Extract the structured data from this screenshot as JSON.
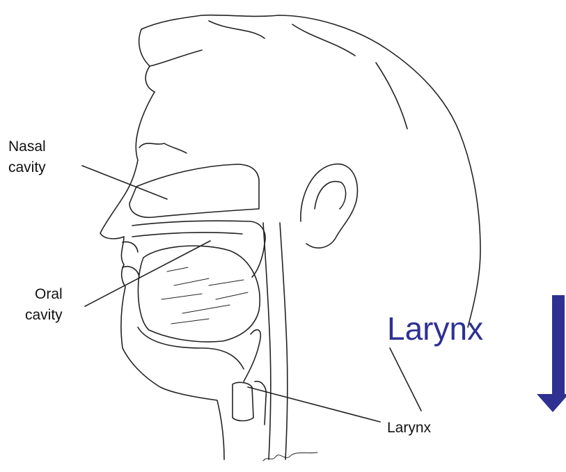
{
  "labels": {
    "nasal": [
      "Nasal",
      "cavity"
    ],
    "oral": [
      "Oral",
      "cavity"
    ],
    "larynx": "Larynx"
  },
  "callout": {
    "text": "Larynx",
    "color": "#2e3192"
  },
  "arrow": {
    "color": "#2e3192",
    "direction": "down"
  },
  "drawing": {
    "stroke_color": "#222222"
  }
}
